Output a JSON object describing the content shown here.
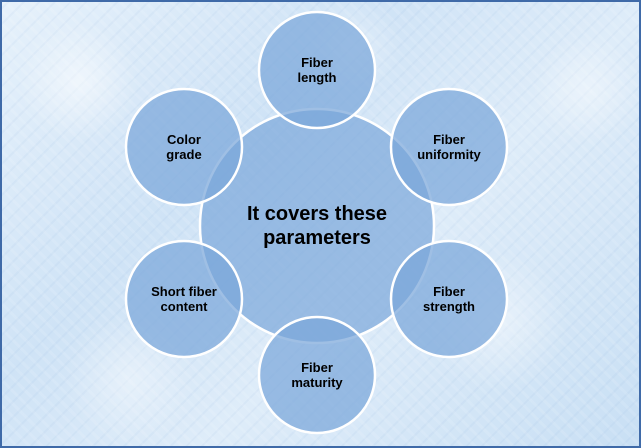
{
  "diagram": {
    "center": {
      "line1": "It covers these",
      "line2": "parameters"
    },
    "nodes": [
      {
        "line1": "Fiber",
        "line2": "length"
      },
      {
        "line1": "Fiber",
        "line2": "uniformity"
      },
      {
        "line1": "Fiber",
        "line2": "strength"
      },
      {
        "line1": "Fiber",
        "line2": "maturity"
      },
      {
        "line1": "Short fiber",
        "line2": "content"
      },
      {
        "line1": "Color",
        "line2": "grade"
      }
    ]
  },
  "colors": {
    "circle_fill": "#7aa6da",
    "circle_stroke": "#ffffff",
    "border": "#3f6aa8",
    "background": "#d6e8f7"
  }
}
